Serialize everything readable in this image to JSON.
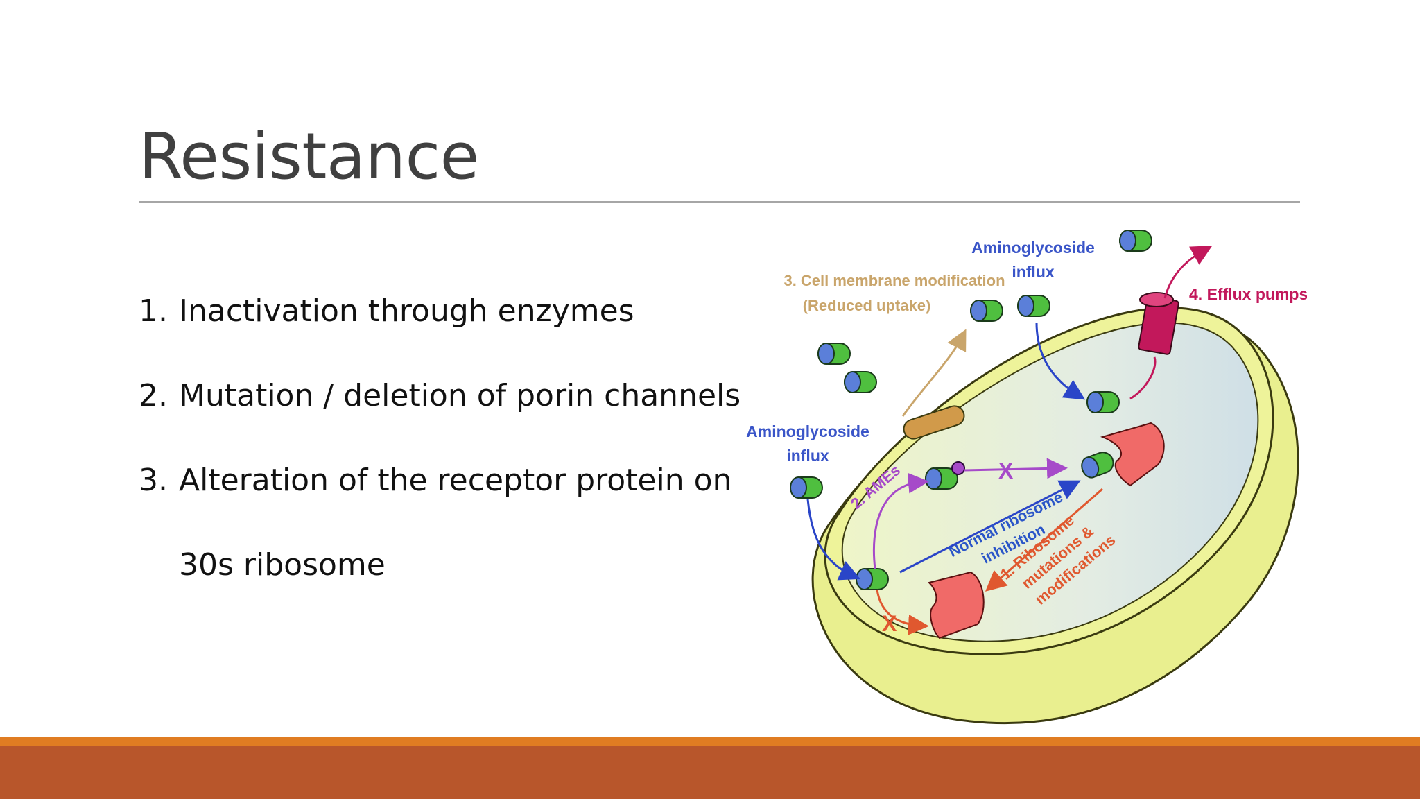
{
  "slide": {
    "title": "Resistance",
    "bullets": [
      {
        "number": "1.",
        "text": "Inactivation through enzymes"
      },
      {
        "number": "2.",
        "text": "Mutation / deletion of porin channels"
      },
      {
        "number": "3.",
        "text": "Alteration of the receptor protein on"
      },
      {
        "number": "",
        "text": "30s ribosome"
      }
    ]
  },
  "diagram": {
    "labels": {
      "influx_top_1": "Aminoglycoside",
      "influx_top_2": "influx",
      "influx_left_1": "Aminoglycoside",
      "influx_left_2": "influx",
      "membrane_1": "3. Cell membrane modification",
      "membrane_2": "(Reduced uptake)",
      "efflux": "4. Efflux pumps",
      "ames": "2. AMEs",
      "normal_1": "Normal ribosome",
      "normal_2": "inhibition",
      "ribo_1": "1. Ribosome",
      "ribo_2": "mutations &",
      "ribo_3": "modifications",
      "x_mark_top": "X",
      "x_mark_bottom": "X"
    },
    "colors": {
      "cell_fill": "#eef39a",
      "cell_outline": "#3a3a10",
      "cytoplasm": "#dfe9e2",
      "drug_blue": "#5b7fd9",
      "drug_green": "#4fbf3f",
      "ribosome": "#f06a68",
      "pump": "#c2185b",
      "porin": "#d19a4a",
      "influx_label": "#3a55c8",
      "membrane_label": "#c9a56b",
      "efflux_label": "#c2185b",
      "ames_label": "#a64ac9",
      "normal_label": "#2a55c8",
      "ribo_label": "#e0582f"
    }
  },
  "footer": {
    "accent_color": "#e07c22",
    "bar_color": "#b8562b"
  }
}
